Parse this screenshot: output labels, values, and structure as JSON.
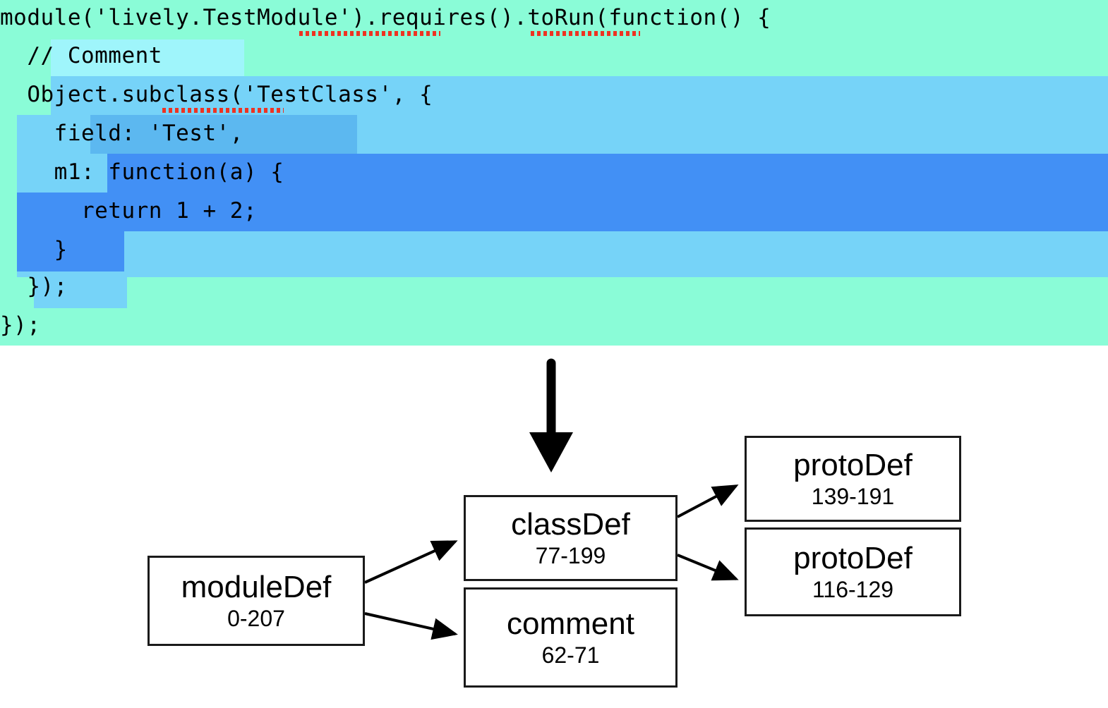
{
  "code_editor": {
    "language": "javascript",
    "lines": [
      "module('lively.TestModule').requires().toRun(function() {",
      "  // Comment",
      "  Object.subclass('TestClass', {",
      "    field: 'Test',",
      "    m1: function(a) {",
      "      return 1 + 2;",
      "    }",
      "  });",
      "});"
    ],
    "spellcheck_marked_words": [
      "TestModule",
      "requires",
      "subclass"
    ],
    "highlight_colors": {
      "moduleDef": "#8afcd7",
      "comment": "#9ff5fb",
      "classDef": "#76d3f8",
      "protoDef_field": "#5cb8f0",
      "protoDef_m1": "#4290f5"
    }
  },
  "diagram": {
    "type": "tree",
    "arrow_color": "#000000",
    "nodes": [
      {
        "id": "moduleDef",
        "title": "moduleDef",
        "range": "0-207"
      },
      {
        "id": "classDef",
        "title": "classDef",
        "range": "77-199"
      },
      {
        "id": "comment",
        "title": "comment",
        "range": "62-71"
      },
      {
        "id": "protoDef1",
        "title": "protoDef",
        "range": "139-191"
      },
      {
        "id": "protoDef2",
        "title": "protoDef",
        "range": "116-129"
      }
    ],
    "edges": [
      {
        "from": "moduleDef",
        "to": "classDef"
      },
      {
        "from": "moduleDef",
        "to": "comment"
      },
      {
        "from": "classDef",
        "to": "protoDef1"
      },
      {
        "from": "classDef",
        "to": "protoDef2"
      }
    ],
    "transform_arrow": {
      "direction": "down",
      "label": ""
    }
  }
}
